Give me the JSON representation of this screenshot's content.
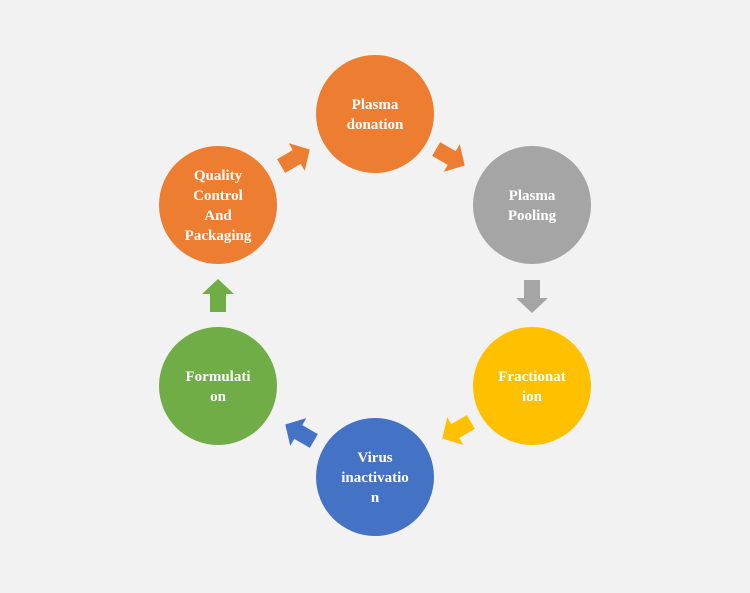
{
  "colors": {
    "background": "#f2f2f2",
    "orange": "#ed7d31",
    "gray": "#a5a5a5",
    "gold": "#ffc000",
    "blue": "#4472c4",
    "green": "#70ad47"
  },
  "nodes": [
    {
      "id": "plasma-donation",
      "lines": [
        "Plasma",
        "donation"
      ],
      "color": "#ed7d31"
    },
    {
      "id": "plasma-pooling",
      "lines": [
        "Plasma",
        "Pooling"
      ],
      "color": "#a5a5a5"
    },
    {
      "id": "fractionation",
      "lines": [
        "Fractionat",
        "ion"
      ],
      "color": "#ffc000"
    },
    {
      "id": "virus-inactivation",
      "lines": [
        "Virus",
        "inactivatio",
        "n"
      ],
      "color": "#4472c4"
    },
    {
      "id": "formulation",
      "lines": [
        "Formulati",
        "on"
      ],
      "color": "#70ad47"
    },
    {
      "id": "quality-control",
      "lines": [
        "Quality",
        "Control",
        "And",
        "Packaging"
      ],
      "color": "#ed7d31"
    }
  ],
  "arrows": [
    {
      "id": "arrow-donation-to-pooling",
      "color": "#ed7d31"
    },
    {
      "id": "arrow-pooling-to-fractionation",
      "color": "#a5a5a5"
    },
    {
      "id": "arrow-fractionation-to-virus",
      "color": "#ffc000"
    },
    {
      "id": "arrow-virus-to-formulation",
      "color": "#4472c4"
    },
    {
      "id": "arrow-formulation-to-quality",
      "color": "#70ad47"
    },
    {
      "id": "arrow-quality-to-donation",
      "color": "#ed7d31"
    }
  ]
}
